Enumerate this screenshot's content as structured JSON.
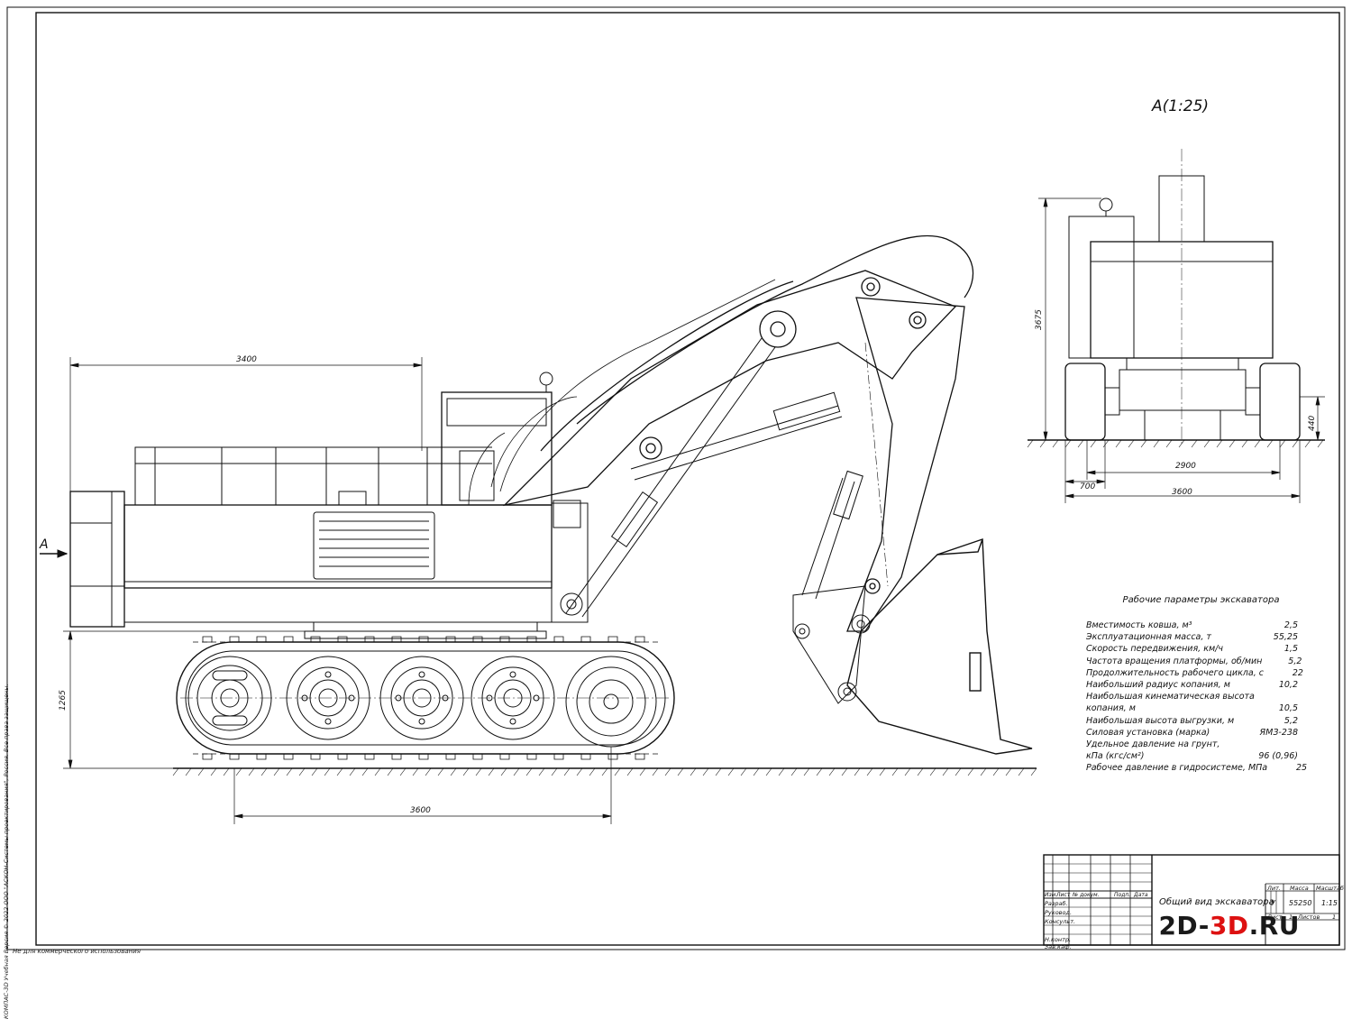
{
  "view_label": "А(1:25)",
  "section_arrow_label": "А",
  "dimensions": {
    "left_top": "3400",
    "left_height": "1265",
    "left_bottom": "3600",
    "right_height": "3675",
    "right_small_height": "440",
    "right_track_gauge": "2900",
    "right_track_width": "700",
    "right_total_width": "3600"
  },
  "params": {
    "title": "Рабочие параметры экскаватора",
    "rows": [
      {
        "label": "Вместимость ковша, м³",
        "value": "2,5"
      },
      {
        "label": "Эксплуатационная масса, т",
        "value": "55,25"
      },
      {
        "label": "Скорость передвижения, км/ч",
        "value": "1,5"
      },
      {
        "label": "Частота вращения платформы, об/мин",
        "value": "5,2"
      },
      {
        "label": "Продолжительность рабочего цикла, с",
        "value": "22"
      },
      {
        "label": "Наибольший радиус копания, м",
        "value": "10,2"
      },
      {
        "label": "Наибольшая кинематическая высота",
        "value": ""
      },
      {
        "label": "копания, м",
        "value": "10,5"
      },
      {
        "label": "Наибольшая высота выгрузки, м",
        "value": "5,2"
      },
      {
        "label": "Силовая установка (марка)",
        "value": "ЯМЗ-238"
      },
      {
        "label": "Удельное давление на грунт,",
        "value": ""
      },
      {
        "label": "кПа (кгс/см²)",
        "value": "96 (0,96)"
      },
      {
        "label": "Рабочее давление в гидросистеме, МПа",
        "value": "25"
      }
    ]
  },
  "title_block": {
    "drawing_name": "Общий вид экскаватора",
    "col_lit": "Лит.",
    "col_mass": "Масса",
    "col_scale": "Масштаб",
    "lit_value": "У",
    "mass_value": "55250",
    "scale_value": "1:15",
    "sheet_label": "Лист",
    "sheet_value": "1",
    "sheets_label": "Листов",
    "sheets_value": "1",
    "row_labels": [
      "Изм.",
      "Лист",
      "№ докум.",
      "Подп.",
      "Дата"
    ],
    "sign_rows": [
      "Разраб.",
      "Руковод.",
      "Консульт.",
      "",
      "Н.контр.",
      "Зав.каф."
    ]
  },
  "watermark": {
    "left": "2D-",
    "mid": "3D",
    "right": ".RU"
  },
  "side_note": "КОМПАС-3D Учебная Версия © 2022 ООО \"АСКОН-Системы проектирования\", Россия. Все права защищены.",
  "bottom_note": "Не для коммерческого использования"
}
